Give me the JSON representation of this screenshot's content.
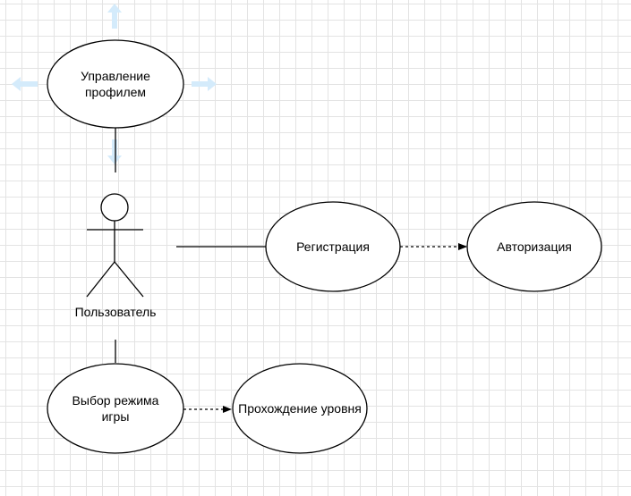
{
  "diagram": {
    "actor": {
      "label": "Пользователь"
    },
    "use_cases": {
      "profile": {
        "label": "Управление\nпрофилем"
      },
      "registration": {
        "label": "Регистрация"
      },
      "authorization": {
        "label": "Авторизация"
      },
      "game_mode": {
        "label": "Выбор режима\nигры"
      },
      "level": {
        "label": "Прохождение уровня"
      }
    },
    "colors": {
      "stroke": "#000000",
      "fill": "#ffffff",
      "grid": "#e3e3e3",
      "hover_arrow": "#d4ebfb"
    }
  }
}
